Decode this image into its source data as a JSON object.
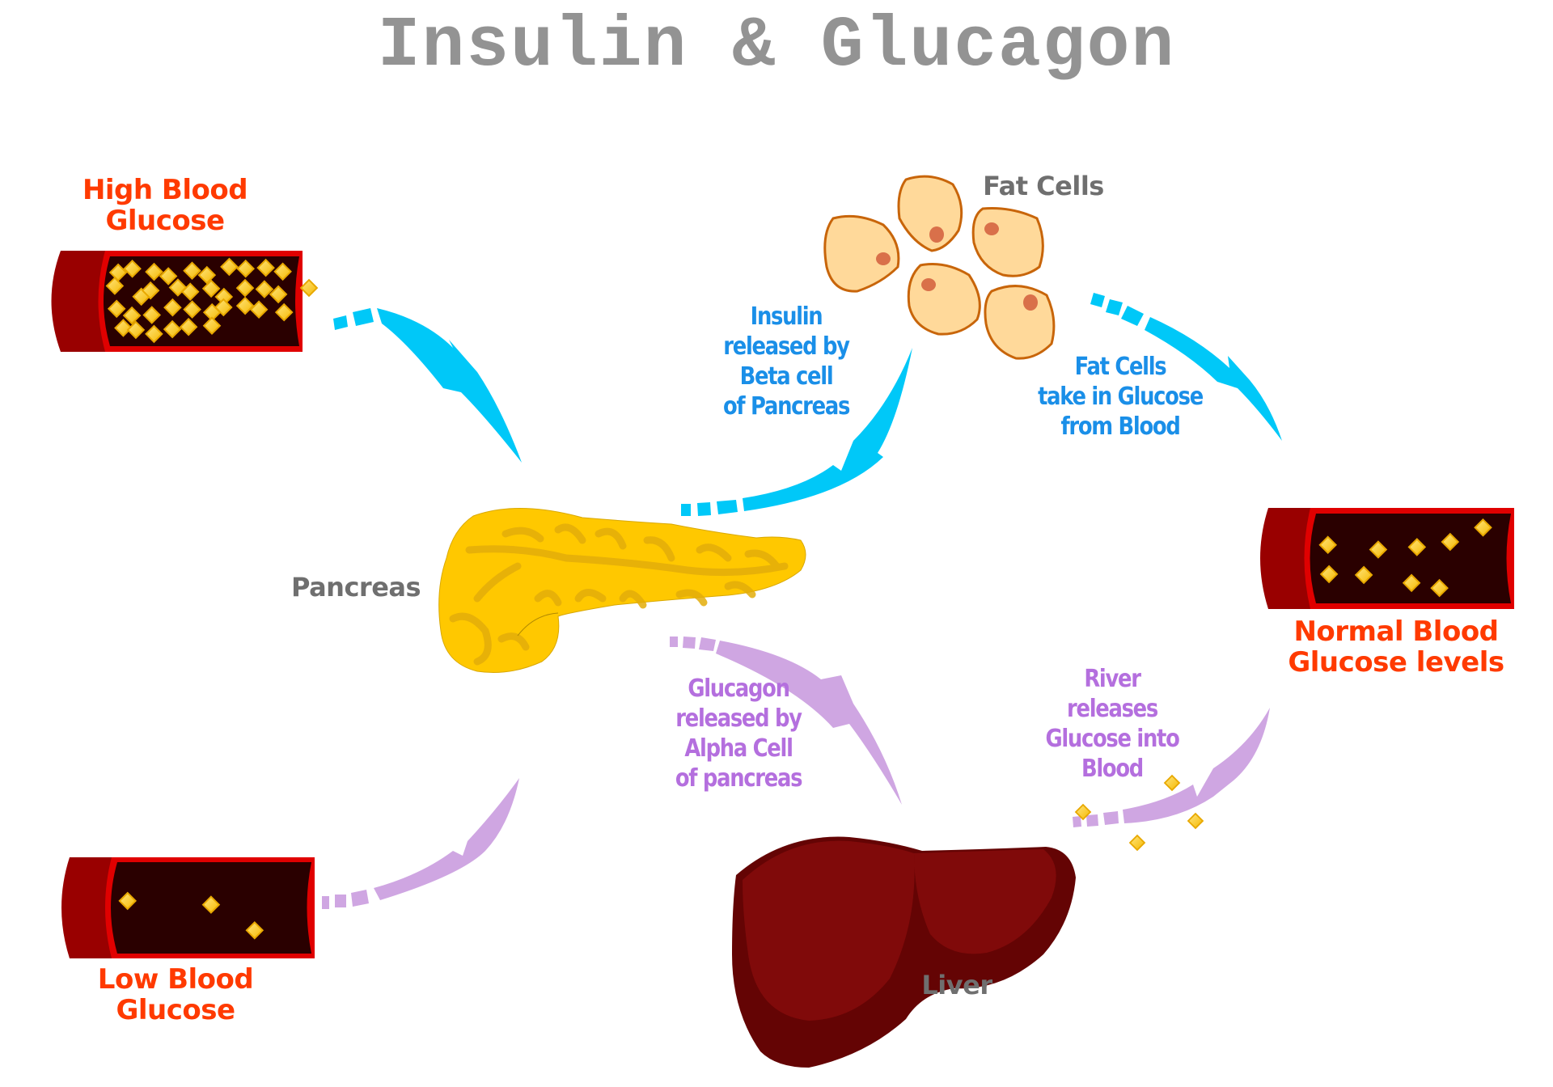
{
  "title": "Insulin & Glucagon",
  "colors": {
    "title": "#939393",
    "state_label": "#ff3a00",
    "organ_label": "#6f6f6f",
    "insulin_path": "#00c8f8",
    "insulin_text": "#1a8fe8",
    "glucagon_path": "#cfa6e2",
    "glucagon_text": "#b46fde",
    "vessel_wall": "#990000",
    "vessel_inside": "#2a0000",
    "glucose": "#ffd23a",
    "fat_cell": "#ffd99a",
    "pancreas": "#ffc800",
    "liver": "#800a0a"
  },
  "labels": {
    "high_blood_glucose": [
      "High Blood",
      "Glucose"
    ],
    "low_blood_glucose": [
      "Low Blood",
      "Glucose"
    ],
    "normal_blood_glucose": [
      "Normal Blood",
      "Glucose levels"
    ],
    "pancreas": "Pancreas",
    "fat_cells": "Fat Cells",
    "liver": "Liver",
    "insulin_release": [
      "Insulin",
      "released by",
      "Beta cell",
      "of Pancreas"
    ],
    "fat_cells_uptake": [
      "Fat Cells",
      "take in Glucose",
      "from Blood"
    ],
    "glucagon_release": [
      "Glucagon",
      "released by",
      "Alpha Cell",
      "of pancreas"
    ],
    "liver_release": [
      "River",
      "releases",
      "Glucose into",
      "Blood"
    ]
  },
  "nodes": [
    {
      "id": "high_blood_glucose",
      "kind": "blood-vessel",
      "glucose_count": 36
    },
    {
      "id": "pancreas",
      "kind": "organ"
    },
    {
      "id": "fat_cells",
      "kind": "cell-cluster",
      "cell_count": 5
    },
    {
      "id": "normal_blood_glucose",
      "kind": "blood-vessel",
      "glucose_count": 9
    },
    {
      "id": "low_blood_glucose",
      "kind": "blood-vessel",
      "glucose_count": 3
    },
    {
      "id": "liver",
      "kind": "organ"
    }
  ],
  "edges": [
    {
      "from": "high_blood_glucose",
      "to": "pancreas",
      "pathway": "insulin"
    },
    {
      "from": "pancreas",
      "to": "fat_cells",
      "pathway": "insulin",
      "label": "insulin_release"
    },
    {
      "from": "fat_cells",
      "to": "normal_blood_glucose",
      "pathway": "insulin",
      "label": "fat_cells_uptake"
    },
    {
      "from": "low_blood_glucose",
      "to": "pancreas",
      "pathway": "glucagon"
    },
    {
      "from": "pancreas",
      "to": "liver",
      "pathway": "glucagon",
      "label": "glucagon_release"
    },
    {
      "from": "liver",
      "to": "normal_blood_glucose",
      "pathway": "glucagon",
      "label": "liver_release"
    }
  ]
}
